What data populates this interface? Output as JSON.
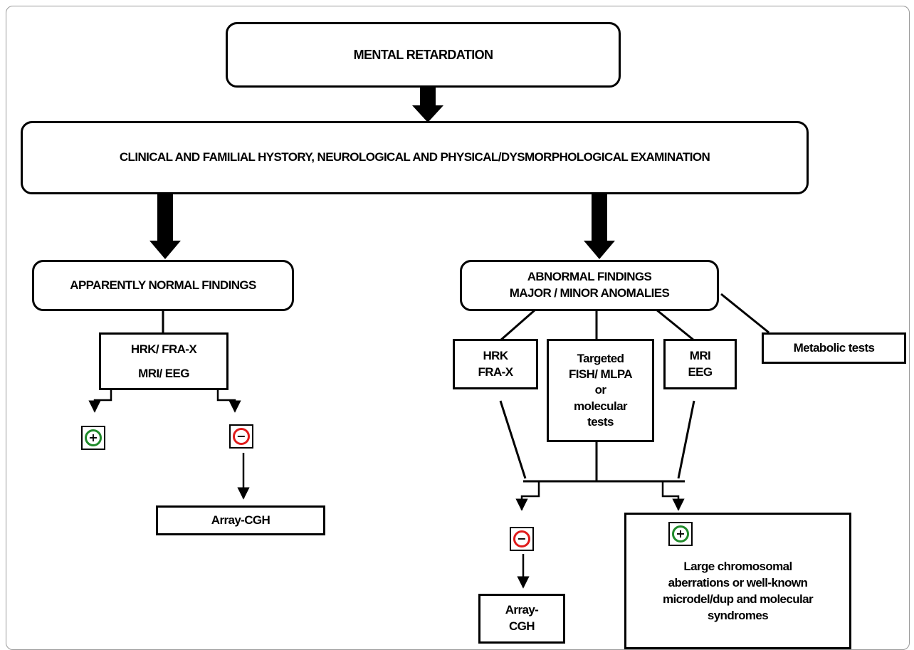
{
  "nodes": {
    "root": "MENTAL RETARDATION",
    "clinical": "CLINICAL AND FAMILIAL HYSTORY, NEUROLOGICAL AND PHYSICAL/DYSMORPHOLOGICAL EXAMINATION",
    "normal": "APPARENTLY NORMAL FINDINGS",
    "abnormal": "ABNORMAL FINDINGS\nMAJOR / MINOR ANOMALIES",
    "left_tests": "HRK/ FRA-X\nMRI/ EEG",
    "hrk": "HRK\nFRA-X",
    "targeted": "Targeted\nFISH/ MLPA\nor\nmolecular\ntests",
    "mri": "MRI\nEEG",
    "metabolic": "Metabolic tests",
    "array_left": "Array-CGH",
    "array_right": "Array-\nCGH",
    "syndromes": "Large chromosomal\naberrations or well-known\nmicrodel/dup and molecular\nsyndromes"
  },
  "signs": {
    "positive": "+",
    "negative": "−",
    "positive_color": "#1f8a2a",
    "negative_color": "#e01b1b"
  }
}
